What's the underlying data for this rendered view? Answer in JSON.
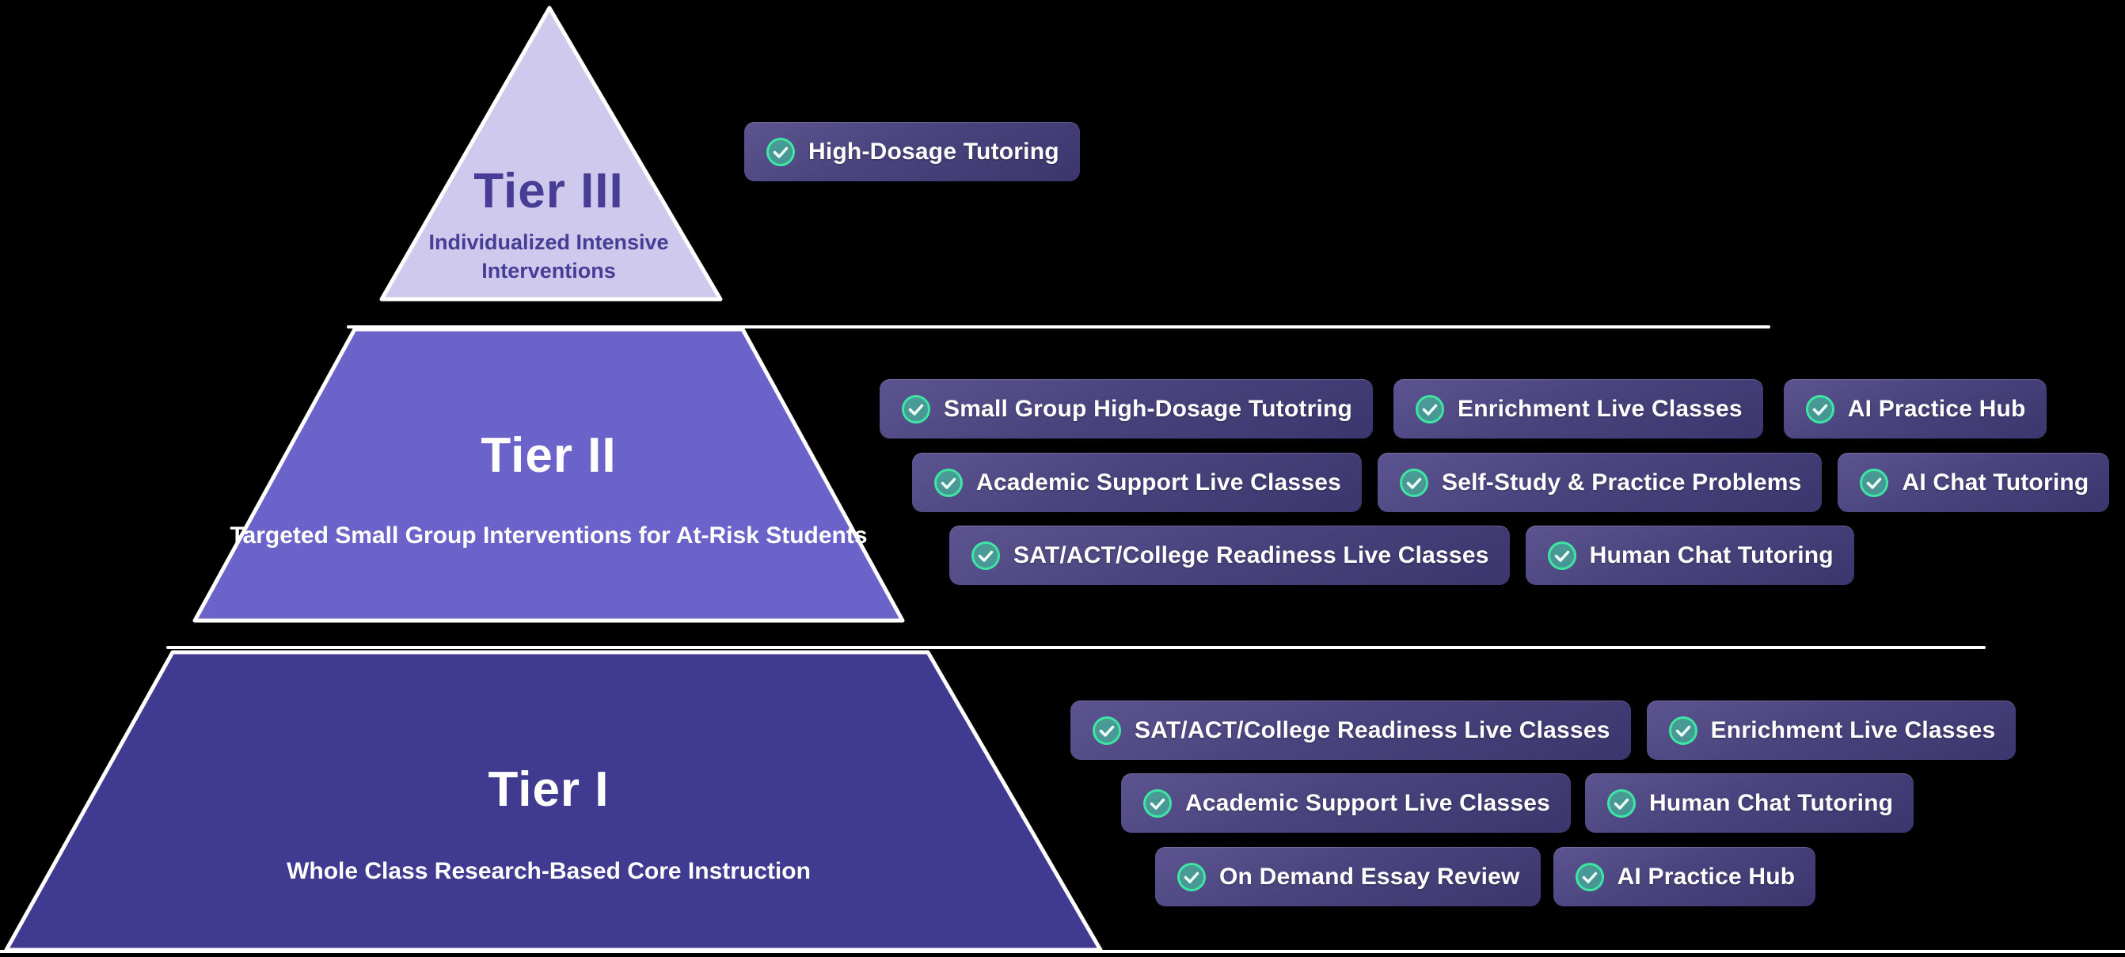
{
  "tiers": [
    {
      "name": "Tier III",
      "subtitle": "Individualized Intensive Interventions",
      "badges": [
        [
          "High-Dosage Tutoring"
        ]
      ]
    },
    {
      "name": "Tier II",
      "subtitle": "Targeted Small Group Interventions for At-Risk Students",
      "badges": [
        [
          "Small Group High-Dosage Tutotring",
          "Enrichment Live Classes",
          "AI Practice Hub"
        ],
        [
          "Academic Support Live Classes",
          "Self-Study & Practice Problems",
          "AI Chat Tutoring"
        ],
        [
          "SAT/ACT/College Readiness Live Classes",
          "Human Chat Tutoring"
        ]
      ]
    },
    {
      "name": "Tier I",
      "subtitle": "Whole Class Research-Based Core Instruction",
      "badges": [
        [
          "SAT/ACT/College Readiness Live Classes",
          "Enrichment Live Classes"
        ],
        [
          "Academic Support Live Classes",
          "Human Chat Tutoring"
        ],
        [
          "On Demand Essay Review",
          "AI Practice Hub"
        ]
      ]
    }
  ],
  "icons": {
    "badge_icon": "check-circle"
  },
  "colors": {
    "background": "#000000",
    "tier3_fill": "#CFC9EE",
    "tier2_fill": "#6B63C9",
    "tier1_fill": "#403A90",
    "tier3_text": "#473D95",
    "tier_light_text": "#FFFFFF",
    "badge_gradient_start": "#5B5490",
    "badge_gradient_end": "#3C366E",
    "badge_text": "#FFFFFF",
    "check_green": "#3EE6A3",
    "divider": "#FFFFFF"
  }
}
